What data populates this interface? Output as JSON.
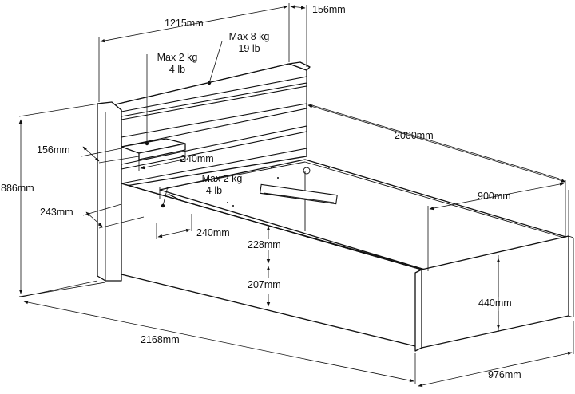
{
  "dimensions": {
    "total_width": "1215mm",
    "headboard_depth": "156mm",
    "headboard_load_line1": "Max 8 kg",
    "headboard_load_line2": "19 lb",
    "shelf_top_load_line1": "Max 2 kg",
    "shelf_top_load_line2": "4 lb",
    "shelf_top_depth": "156mm",
    "shelf_top_width": "240mm",
    "total_height": "886mm",
    "length": "2000mm",
    "mattress_width": "900mm",
    "shelf_bottom_load_line1": "Max 2 kg",
    "shelf_bottom_load_line2": "4 lb",
    "shelf_bottom_depth": "243mm",
    "shelf_bottom_width": "240mm",
    "storage_height": "228mm",
    "clearance_height": "207mm",
    "footboard_height": "440mm",
    "total_length": "2168mm",
    "footboard_width": "976mm"
  }
}
